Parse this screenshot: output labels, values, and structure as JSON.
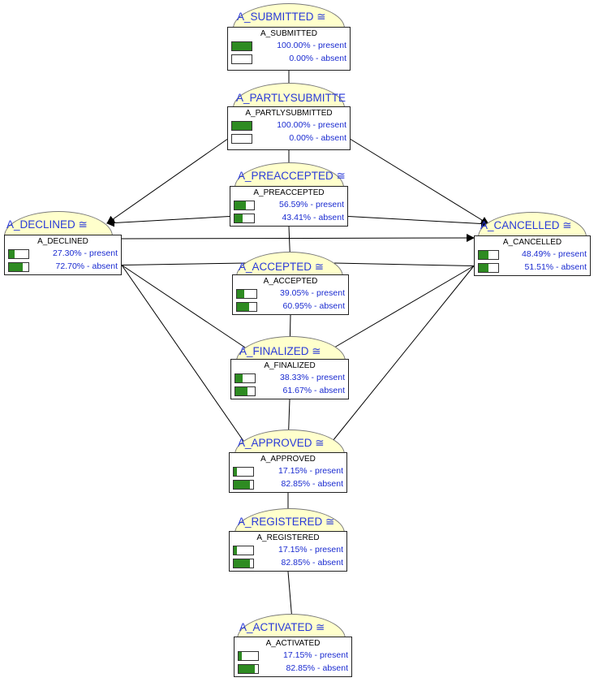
{
  "nodes": [
    {
      "id": "A_SUBMITTED",
      "tab_label": "A_SUBMITTED ≅",
      "title": "A_SUBMITTED",
      "states": [
        {
          "value": "100.00%",
          "state": "present",
          "fraction": 1.0
        },
        {
          "value": "0.00%",
          "state": "absent",
          "fraction": 0.0
        }
      ]
    },
    {
      "id": "A_PARTLYSUBMITTED",
      "tab_label": "A_PARTLYSUBMITTE",
      "title": "A_PARTLYSUBMITTED",
      "states": [
        {
          "value": "100.00%",
          "state": "present",
          "fraction": 1.0
        },
        {
          "value": "0.00%",
          "state": "absent",
          "fraction": 0.0
        }
      ]
    },
    {
      "id": "A_PREACCEPTED",
      "tab_label": "A_PREACCEPTED ≅",
      "title": "A_PREACCEPTED",
      "states": [
        {
          "value": "56.59%",
          "state": "present",
          "fraction": 0.5659
        },
        {
          "value": "43.41%",
          "state": "absent",
          "fraction": 0.4341
        }
      ]
    },
    {
      "id": "A_DECLINED",
      "tab_label": "A_DECLINED ≅",
      "title": "A_DECLINED",
      "states": [
        {
          "value": "27.30%",
          "state": "present",
          "fraction": 0.273
        },
        {
          "value": "72.70%",
          "state": "absent",
          "fraction": 0.727
        }
      ]
    },
    {
      "id": "A_CANCELLED",
      "tab_label": "A_CANCELLED ≅",
      "title": "A_CANCELLED",
      "states": [
        {
          "value": "48.49%",
          "state": "present",
          "fraction": 0.4849
        },
        {
          "value": "51.51%",
          "state": "absent",
          "fraction": 0.5151
        }
      ]
    },
    {
      "id": "A_ACCEPTED",
      "tab_label": "A_ACCEPTED ≅",
      "title": "A_ACCEPTED",
      "states": [
        {
          "value": "39.05%",
          "state": "present",
          "fraction": 0.3905
        },
        {
          "value": "60.95%",
          "state": "absent",
          "fraction": 0.6095
        }
      ]
    },
    {
      "id": "A_FINALIZED",
      "tab_label": "A_FINALIZED ≅",
      "title": "A_FINALIZED",
      "states": [
        {
          "value": "38.33%",
          "state": "present",
          "fraction": 0.3833
        },
        {
          "value": "61.67%",
          "state": "absent",
          "fraction": 0.6167
        }
      ]
    },
    {
      "id": "A_APPROVED",
      "tab_label": "A_APPROVED ≅",
      "title": "A_APPROVED",
      "states": [
        {
          "value": "17.15%",
          "state": "present",
          "fraction": 0.1715
        },
        {
          "value": "82.85%",
          "state": "absent",
          "fraction": 0.8285
        }
      ]
    },
    {
      "id": "A_REGISTERED",
      "tab_label": "A_REGISTERED ≅",
      "title": "A_REGISTERED",
      "states": [
        {
          "value": "17.15%",
          "state": "present",
          "fraction": 0.1715
        },
        {
          "value": "82.85%",
          "state": "absent",
          "fraction": 0.8285
        }
      ]
    },
    {
      "id": "A_ACTIVATED",
      "tab_label": "A_ACTIVATED ≅",
      "title": "A_ACTIVATED",
      "states": [
        {
          "value": "17.15%",
          "state": "present",
          "fraction": 0.1715
        },
        {
          "value": "82.85%",
          "state": "absent",
          "fraction": 0.8285
        }
      ]
    }
  ],
  "edges": [
    {
      "from": "A_SUBMITTED",
      "to": "A_PARTLYSUBMITTED",
      "arrow": true
    },
    {
      "from": "A_PARTLYSUBMITTED",
      "to": "A_PREACCEPTED",
      "arrow": true
    },
    {
      "from": "A_PARTLYSUBMITTED",
      "to": "A_DECLINED",
      "arrow": true
    },
    {
      "from": "A_PARTLYSUBMITTED",
      "to": "A_CANCELLED",
      "arrow": true
    },
    {
      "from": "A_PREACCEPTED",
      "to": "A_DECLINED",
      "arrow": true
    },
    {
      "from": "A_PREACCEPTED",
      "to": "A_CANCELLED",
      "arrow": true
    },
    {
      "from": "A_PREACCEPTED",
      "to": "A_ACCEPTED",
      "arrow": true
    },
    {
      "from": "A_DECLINED",
      "to": "A_CANCELLED",
      "arrow": true
    },
    {
      "from": "A_DECLINED",
      "to": "A_ACCEPTED",
      "arrow": false
    },
    {
      "from": "A_CANCELLED",
      "to": "A_ACCEPTED",
      "arrow": false
    },
    {
      "from": "A_ACCEPTED",
      "to": "A_FINALIZED",
      "arrow": true
    },
    {
      "from": "A_DECLINED",
      "to": "A_FINALIZED",
      "arrow": false
    },
    {
      "from": "A_CANCELLED",
      "to": "A_FINALIZED",
      "arrow": false
    },
    {
      "from": "A_DECLINED",
      "to": "A_APPROVED",
      "arrow": false
    },
    {
      "from": "A_CANCELLED",
      "to": "A_APPROVED",
      "arrow": false
    },
    {
      "from": "A_FINALIZED",
      "to": "A_APPROVED",
      "arrow": false
    },
    {
      "from": "A_APPROVED",
      "to": "A_REGISTERED",
      "arrow": true
    },
    {
      "from": "A_REGISTERED",
      "to": "A_ACTIVATED",
      "arrow": true
    }
  ],
  "colors": {
    "fill": "#2e8b22",
    "tab": "#ffffcc",
    "label": "#2a3ad8",
    "value": "#1a2bd0"
  }
}
